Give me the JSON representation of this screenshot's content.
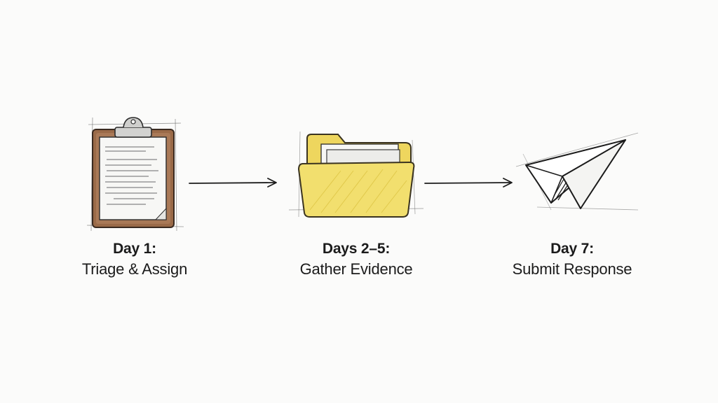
{
  "steps": [
    {
      "day": "Day 1:",
      "task": "Triage & Assign",
      "icon": "clipboard-icon"
    },
    {
      "day": "Days 2–5:",
      "task": "Gather Evidence",
      "icon": "folder-icon"
    },
    {
      "day": "Day 7:",
      "task": "Submit Response",
      "icon": "paper-plane-icon"
    }
  ],
  "colors": {
    "ink": "#1b1b1b",
    "clipboard_wood": "#9a6a48",
    "folder_yellow": "#f2df6e",
    "background": "#fbfbfa"
  }
}
